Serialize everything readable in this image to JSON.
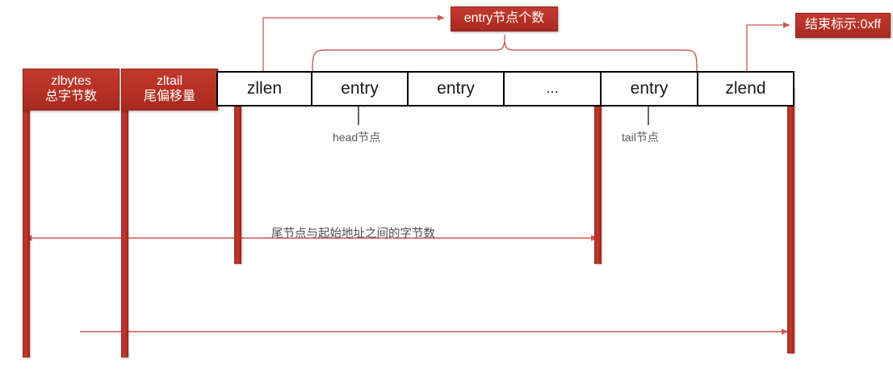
{
  "diagram": {
    "title": "ziplist-structure",
    "colors": {
      "accent_red": "#c0392e",
      "accent_red_dark": "#a62a20",
      "connector_red": "#cb5a50",
      "cell_border": "#000000",
      "annotation_text": "#5a5a5a"
    },
    "header_boxes": [
      {
        "name": "zlbytes",
        "line1": "zlbytes",
        "line2": "总字节数"
      },
      {
        "name": "zltail",
        "line1": "zltail",
        "line2": "尾偏移量"
      }
    ],
    "cells": [
      {
        "name": "zllen",
        "label": "zllen"
      },
      {
        "name": "entry-head",
        "label": "entry"
      },
      {
        "name": "entry-2",
        "label": "entry"
      },
      {
        "name": "entry-ellipsis",
        "label": "..."
      },
      {
        "name": "entry-tail",
        "label": "entry"
      },
      {
        "name": "zlend",
        "label": "zlend"
      }
    ],
    "callouts": [
      {
        "name": "entry-count",
        "label": "entry节点个数"
      },
      {
        "name": "end-marker",
        "label": "结束标示:0xff"
      }
    ],
    "pointer_labels": [
      {
        "name": "head-node",
        "label": "head节点"
      },
      {
        "name": "tail-node",
        "label": "tail节点"
      }
    ],
    "measure_labels": [
      {
        "name": "tail-offset-bytes",
        "label": "尾节点与起始地址之间的字节数"
      }
    ]
  }
}
